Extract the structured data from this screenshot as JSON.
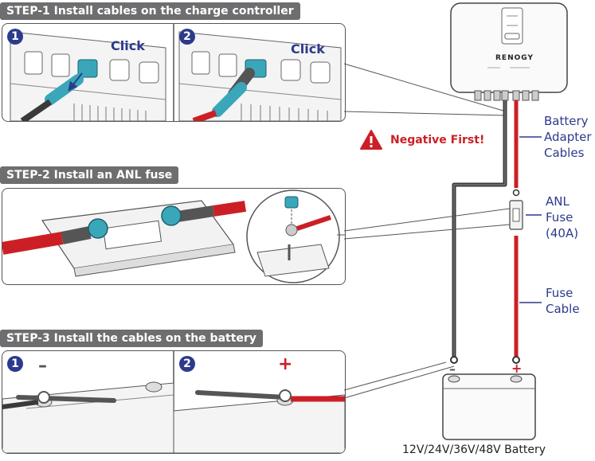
{
  "steps": [
    {
      "title": "STEP-1 Install cables on the charge controller"
    },
    {
      "title": "STEP-2 Install an ANL fuse"
    },
    {
      "title": "STEP-3 Install the cables on the battery"
    }
  ],
  "step1": {
    "sub1_number": "1",
    "sub2_number": "2",
    "click1": "Click",
    "click2": "Click"
  },
  "step3": {
    "sub1_number": "1",
    "sub2_number": "2",
    "minus_sign": "–",
    "plus_sign": "+"
  },
  "controller": {
    "brand": "RENOGY"
  },
  "warning": {
    "text": "Negative First!"
  },
  "labels": {
    "battery_adapter": [
      "Battery",
      "Adapter",
      "Cables"
    ],
    "anl_fuse": [
      "ANL",
      "Fuse",
      "(40A)"
    ],
    "fuse_cable": [
      "Fuse",
      "Cable"
    ]
  },
  "battery": {
    "caption": "12V/24V/36V/48V Battery",
    "minus": "–",
    "plus": "+"
  },
  "colors": {
    "header_bg": "#6e6e70",
    "accent_blue": "#2d3a8c",
    "cable_red": "#cc1f25",
    "cable_dark": "#3a3a3a",
    "connector_teal": "#3aa6b9"
  }
}
